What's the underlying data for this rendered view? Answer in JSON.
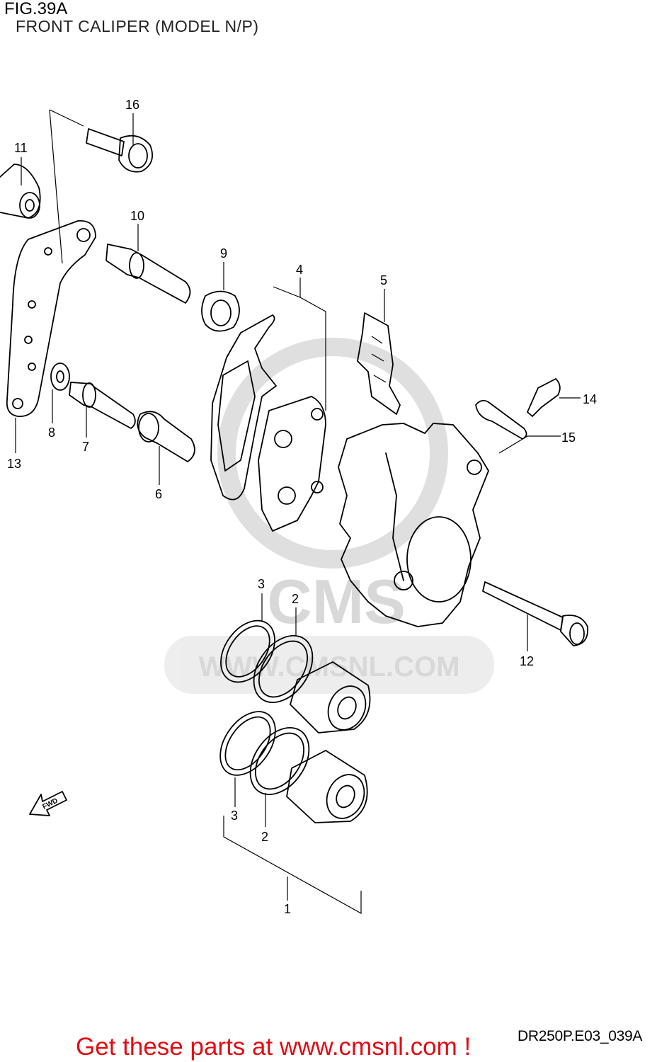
{
  "header": {
    "figure_id": "FIG.39A",
    "subtitle": "FRONT CALIPER (MODEL N/P)"
  },
  "footer": {
    "drawing_code": "DR250P.E03_039A",
    "promo_text": "Get these parts at www.cmsnl.com !"
  },
  "watermark": {
    "logo_text": "CMS",
    "url_text": "WWW.CMSNL.COM"
  },
  "direction_arrow": {
    "label": "FWD"
  },
  "callouts": [
    {
      "id": "1"
    },
    {
      "id": "2"
    },
    {
      "id": "2"
    },
    {
      "id": "3"
    },
    {
      "id": "3"
    },
    {
      "id": "4"
    },
    {
      "id": "5"
    },
    {
      "id": "6"
    },
    {
      "id": "7"
    },
    {
      "id": "8"
    },
    {
      "id": "9"
    },
    {
      "id": "10"
    },
    {
      "id": "11"
    },
    {
      "id": "12"
    },
    {
      "id": "13"
    },
    {
      "id": "14"
    },
    {
      "id": "15"
    },
    {
      "id": "16"
    }
  ]
}
